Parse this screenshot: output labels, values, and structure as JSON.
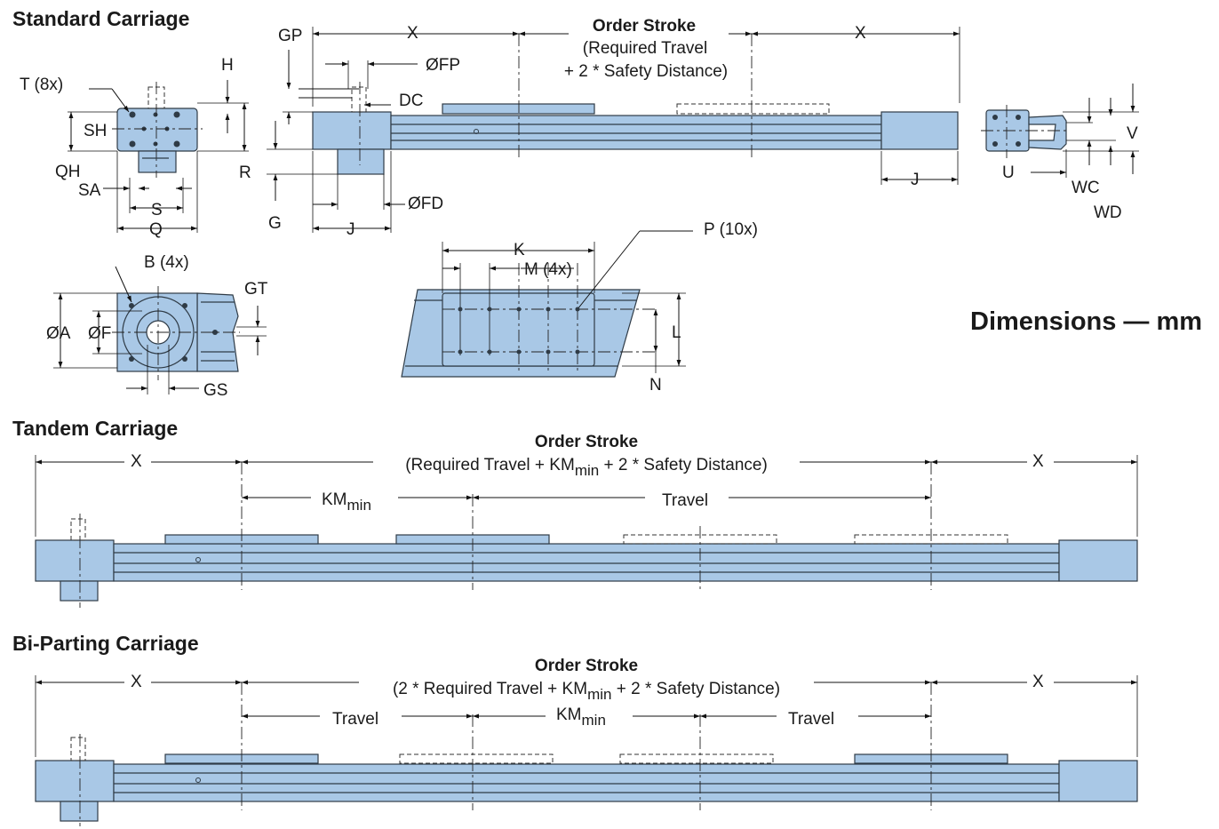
{
  "sections": {
    "standard": "Standard Carriage",
    "tandem": "Tandem Carriage",
    "biparting": "Bi-Parting Carriage",
    "units": "Dimensions — mm"
  },
  "standard_labels": {
    "T": "T (8x)",
    "H": "H",
    "SH": "SH",
    "QH": "QH",
    "SA": "SA",
    "S": "S",
    "Q": "Q",
    "GP": "GP",
    "FP": "ØFP",
    "DC": "DC",
    "R": "R",
    "G": "G",
    "J": "J",
    "FD": "ØFD",
    "X": "X",
    "stroke_title": "Order Stroke",
    "stroke_line1": "(Required Travel",
    "stroke_line2": "+ 2 * Safety Distance)",
    "J2": "J",
    "V": "V",
    "U": "U",
    "WC": "WC",
    "WD": "WD",
    "B": "B (4x)",
    "A": "ØA",
    "F": "ØF",
    "GT": "GT",
    "GS": "GS",
    "K": "K",
    "M": "M (4x)",
    "P": "P (10x)",
    "L": "L",
    "N": "N"
  },
  "tandem_labels": {
    "X": "X",
    "stroke_title": "Order Stroke",
    "stroke_sub_pre": "(Required Travel + KM",
    "stroke_sub_sub": "min",
    "stroke_sub_post": " + 2 * Safety Distance)",
    "km": "KM",
    "km_sub": "min",
    "travel": "Travel"
  },
  "biparting_labels": {
    "X": "X",
    "stroke_title": "Order Stroke",
    "stroke_sub_pre": "(2 * Required Travel + KM",
    "stroke_sub_sub": "min",
    "stroke_sub_post": " + 2 * Safety Distance)",
    "travel": "Travel",
    "km": "KM",
    "km_sub": "min"
  },
  "colors": {
    "part": "#a9c8e6",
    "outline": "#2f3b46"
  }
}
